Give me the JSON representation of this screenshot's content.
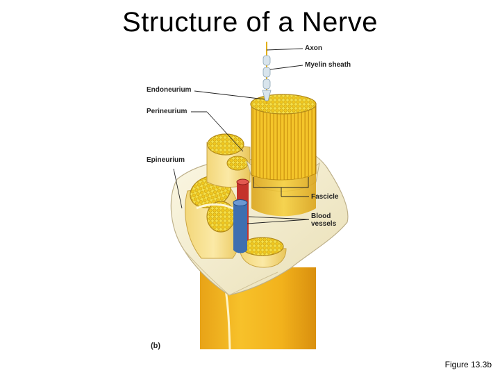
{
  "title": "Structure of a Nerve",
  "figure_label": "(b)",
  "caption": "Figure 13.3b",
  "labels": {
    "axon": "Axon",
    "myelin_sheath": "Myelin sheath",
    "endoneurium": "Endoneurium",
    "perineurium": "Perineurium",
    "epineurium": "Epineurium",
    "fascicle": "Fascicle",
    "blood_vessels_line1": "Blood",
    "blood_vessels_line2": "vessels"
  }
}
